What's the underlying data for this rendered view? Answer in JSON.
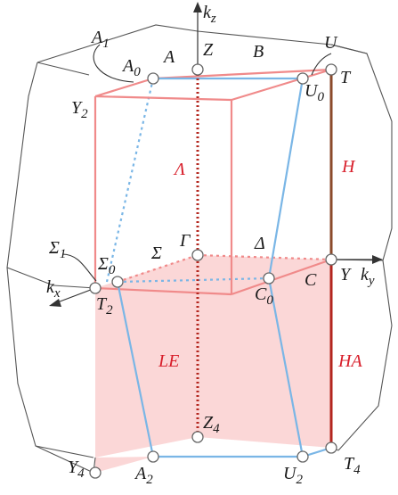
{
  "colors": {
    "outline": "#555555",
    "pink": "#f08a8a",
    "pink_fill": "#f9c9c9",
    "blue": "#7ab6e6",
    "dark_red": "#b3261e",
    "brown": "#8b4a2b",
    "red_label": "#d81e2a",
    "node_fill": "#ffffff",
    "node_stroke": "#666666"
  },
  "axes": {
    "kz": "k",
    "kz_sub": "z",
    "ky": "k",
    "ky_sub": "y",
    "kx": "k",
    "kx_sub": "x"
  },
  "points": {
    "A1": "A",
    "A1_sub": "1",
    "A0": "A",
    "A0_sub": "0",
    "A": "A",
    "Z": "Z",
    "B": "B",
    "U": "U",
    "T": "T",
    "U0": "U",
    "U0_sub": "0",
    "Y2": "Y",
    "Y2_sub": "2",
    "Gamma": "Γ",
    "Delta": "Δ",
    "Sigma": "Σ",
    "Sigma1": "Σ",
    "Sigma1_sub": "1",
    "Sigma0": "Σ",
    "Sigma0_sub": "0",
    "T2": "T",
    "T2_sub": "2",
    "C0": "C",
    "C0_sub": "0",
    "C": "C",
    "Y": "Y",
    "Z4": "Z",
    "Z4_sub": "4",
    "Y4": "Y",
    "Y4_sub": "4",
    "A2": "A",
    "A2_sub": "2",
    "U2": "U",
    "U2_sub": "2",
    "T4": "T",
    "T4_sub": "4"
  },
  "lines": {
    "Lambda": "Λ",
    "H": "H",
    "LE": "LE",
    "HA": "HA"
  }
}
